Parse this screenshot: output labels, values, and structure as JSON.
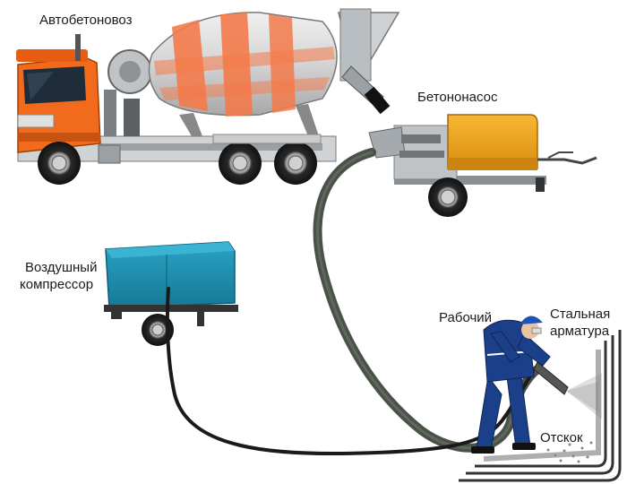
{
  "labels": {
    "mixer_truck": "Автобетоновоз",
    "concrete_pump": "Бетононасос",
    "air_compressor_line1": "Воздушный",
    "air_compressor_line2": "компрессор",
    "worker": "Рабочий",
    "rebar_line1": "Стальная",
    "rebar_line2": "арматура",
    "rebound": "Отскок"
  },
  "colors": {
    "truck_cab": "#f26b1d",
    "drum_stripe": "#f47a4a",
    "drum_body": "#d9d9d9",
    "pump_body": "#f0a020",
    "compressor_body": "#1e8fb0",
    "hose": "#4a5248",
    "air_hose": "#1a1a1a",
    "worker_suit": "#1c3f8a"
  }
}
